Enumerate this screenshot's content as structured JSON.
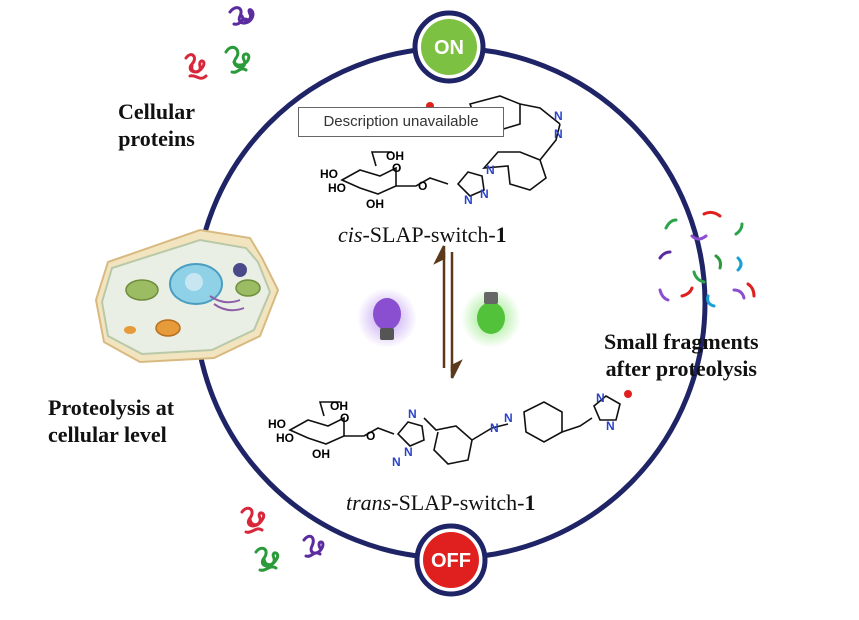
{
  "badges": {
    "on": "ON",
    "off": "OFF"
  },
  "labels": {
    "cellular_proteins": [
      "Cellular",
      "proteins"
    ],
    "small_fragments": [
      "Small fragments",
      "after proteolysis"
    ],
    "proteolysis": [
      "Proteolysis at",
      "cellular level"
    ]
  },
  "captions": {
    "cis": {
      "prefix": "cis",
      "name": "-SLAP-switch-",
      "num": "1"
    },
    "trans": {
      "prefix": "trans",
      "name": "-SLAP-switch-",
      "num": "1"
    }
  },
  "tooltip": "Description unavailable",
  "chem": {
    "oh": "OH",
    "ho": "HO",
    "o": "O",
    "n": "N",
    "oh_dash": "OH"
  },
  "colors": {
    "ring": "#1f2466",
    "on": "#7dc142",
    "off": "#e0201e",
    "violet_light": "#8a4fd0",
    "green_light": "#52c23a",
    "azo_n": "#2a43c8"
  }
}
